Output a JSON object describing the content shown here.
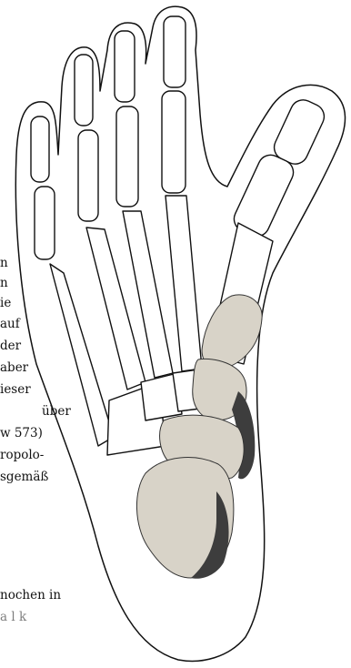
{
  "text_fragments": [
    "n",
    "n",
    "ie",
    "auf",
    "der",
    "aber",
    "ieser",
    "über",
    "w 573)",
    "ropolo-",
    "sgemäß",
    "nochen in",
    "a   l   k"
  ],
  "colors": {
    "ink": "#111111",
    "fossil": "#d8d3c8",
    "fossil_dark": "#3d3d3d",
    "background": "#ffffff"
  }
}
